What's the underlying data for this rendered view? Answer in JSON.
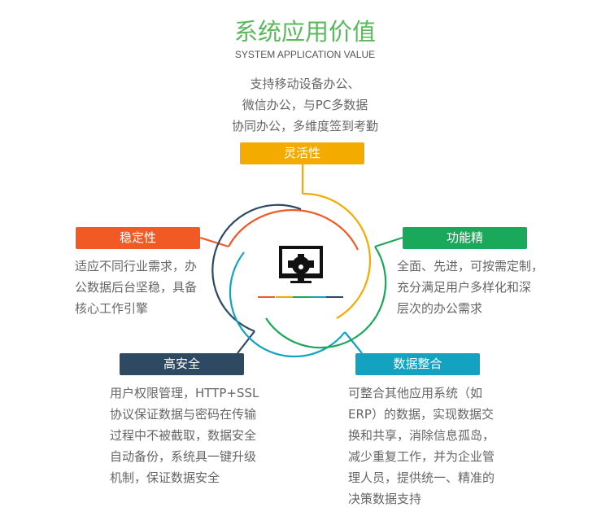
{
  "title": "系统应用价值",
  "subtitle": "SYSTEM APPLICATION VALUE",
  "intro": [
    "支持移动设备办公、",
    "微信办公，与PC多数据",
    "协同办公，多维度签到考勤"
  ],
  "colors": {
    "title": "#5cb85c",
    "flex": "#f4ab00",
    "stable": "#f15a24",
    "func": "#1aa85a",
    "secure": "#2d4a62",
    "data": "#13a3c0"
  },
  "items": [
    {
      "label": "灵活性"
    },
    {
      "label": "稳定性",
      "desc": [
        "适应不同行业需求，办",
        "公数据后台坚稳，具备",
        "核心工作引擎"
      ]
    },
    {
      "label": "功能精",
      "desc": [
        "全面、先进，可按需定制，",
        "充分满足用户多样化和深",
        "层次的办公需求"
      ]
    },
    {
      "label": "高安全",
      "desc": [
        "用户权限管理，HTTP+SSL",
        "协议保证数据与密码在传输",
        "过程中不被截取，数据安全",
        "自动备份，系统具一键升级",
        "机制，保证数据安全"
      ]
    },
    {
      "label": "数据整合",
      "desc": [
        "可整合其他应用系统（如",
        "ERP）的数据，实现数据交",
        "换和共享，消除信息孤岛，",
        "减少重复工作，并为企业管",
        "理人员，提供统一、精准的",
        "决策数据支持"
      ]
    }
  ]
}
